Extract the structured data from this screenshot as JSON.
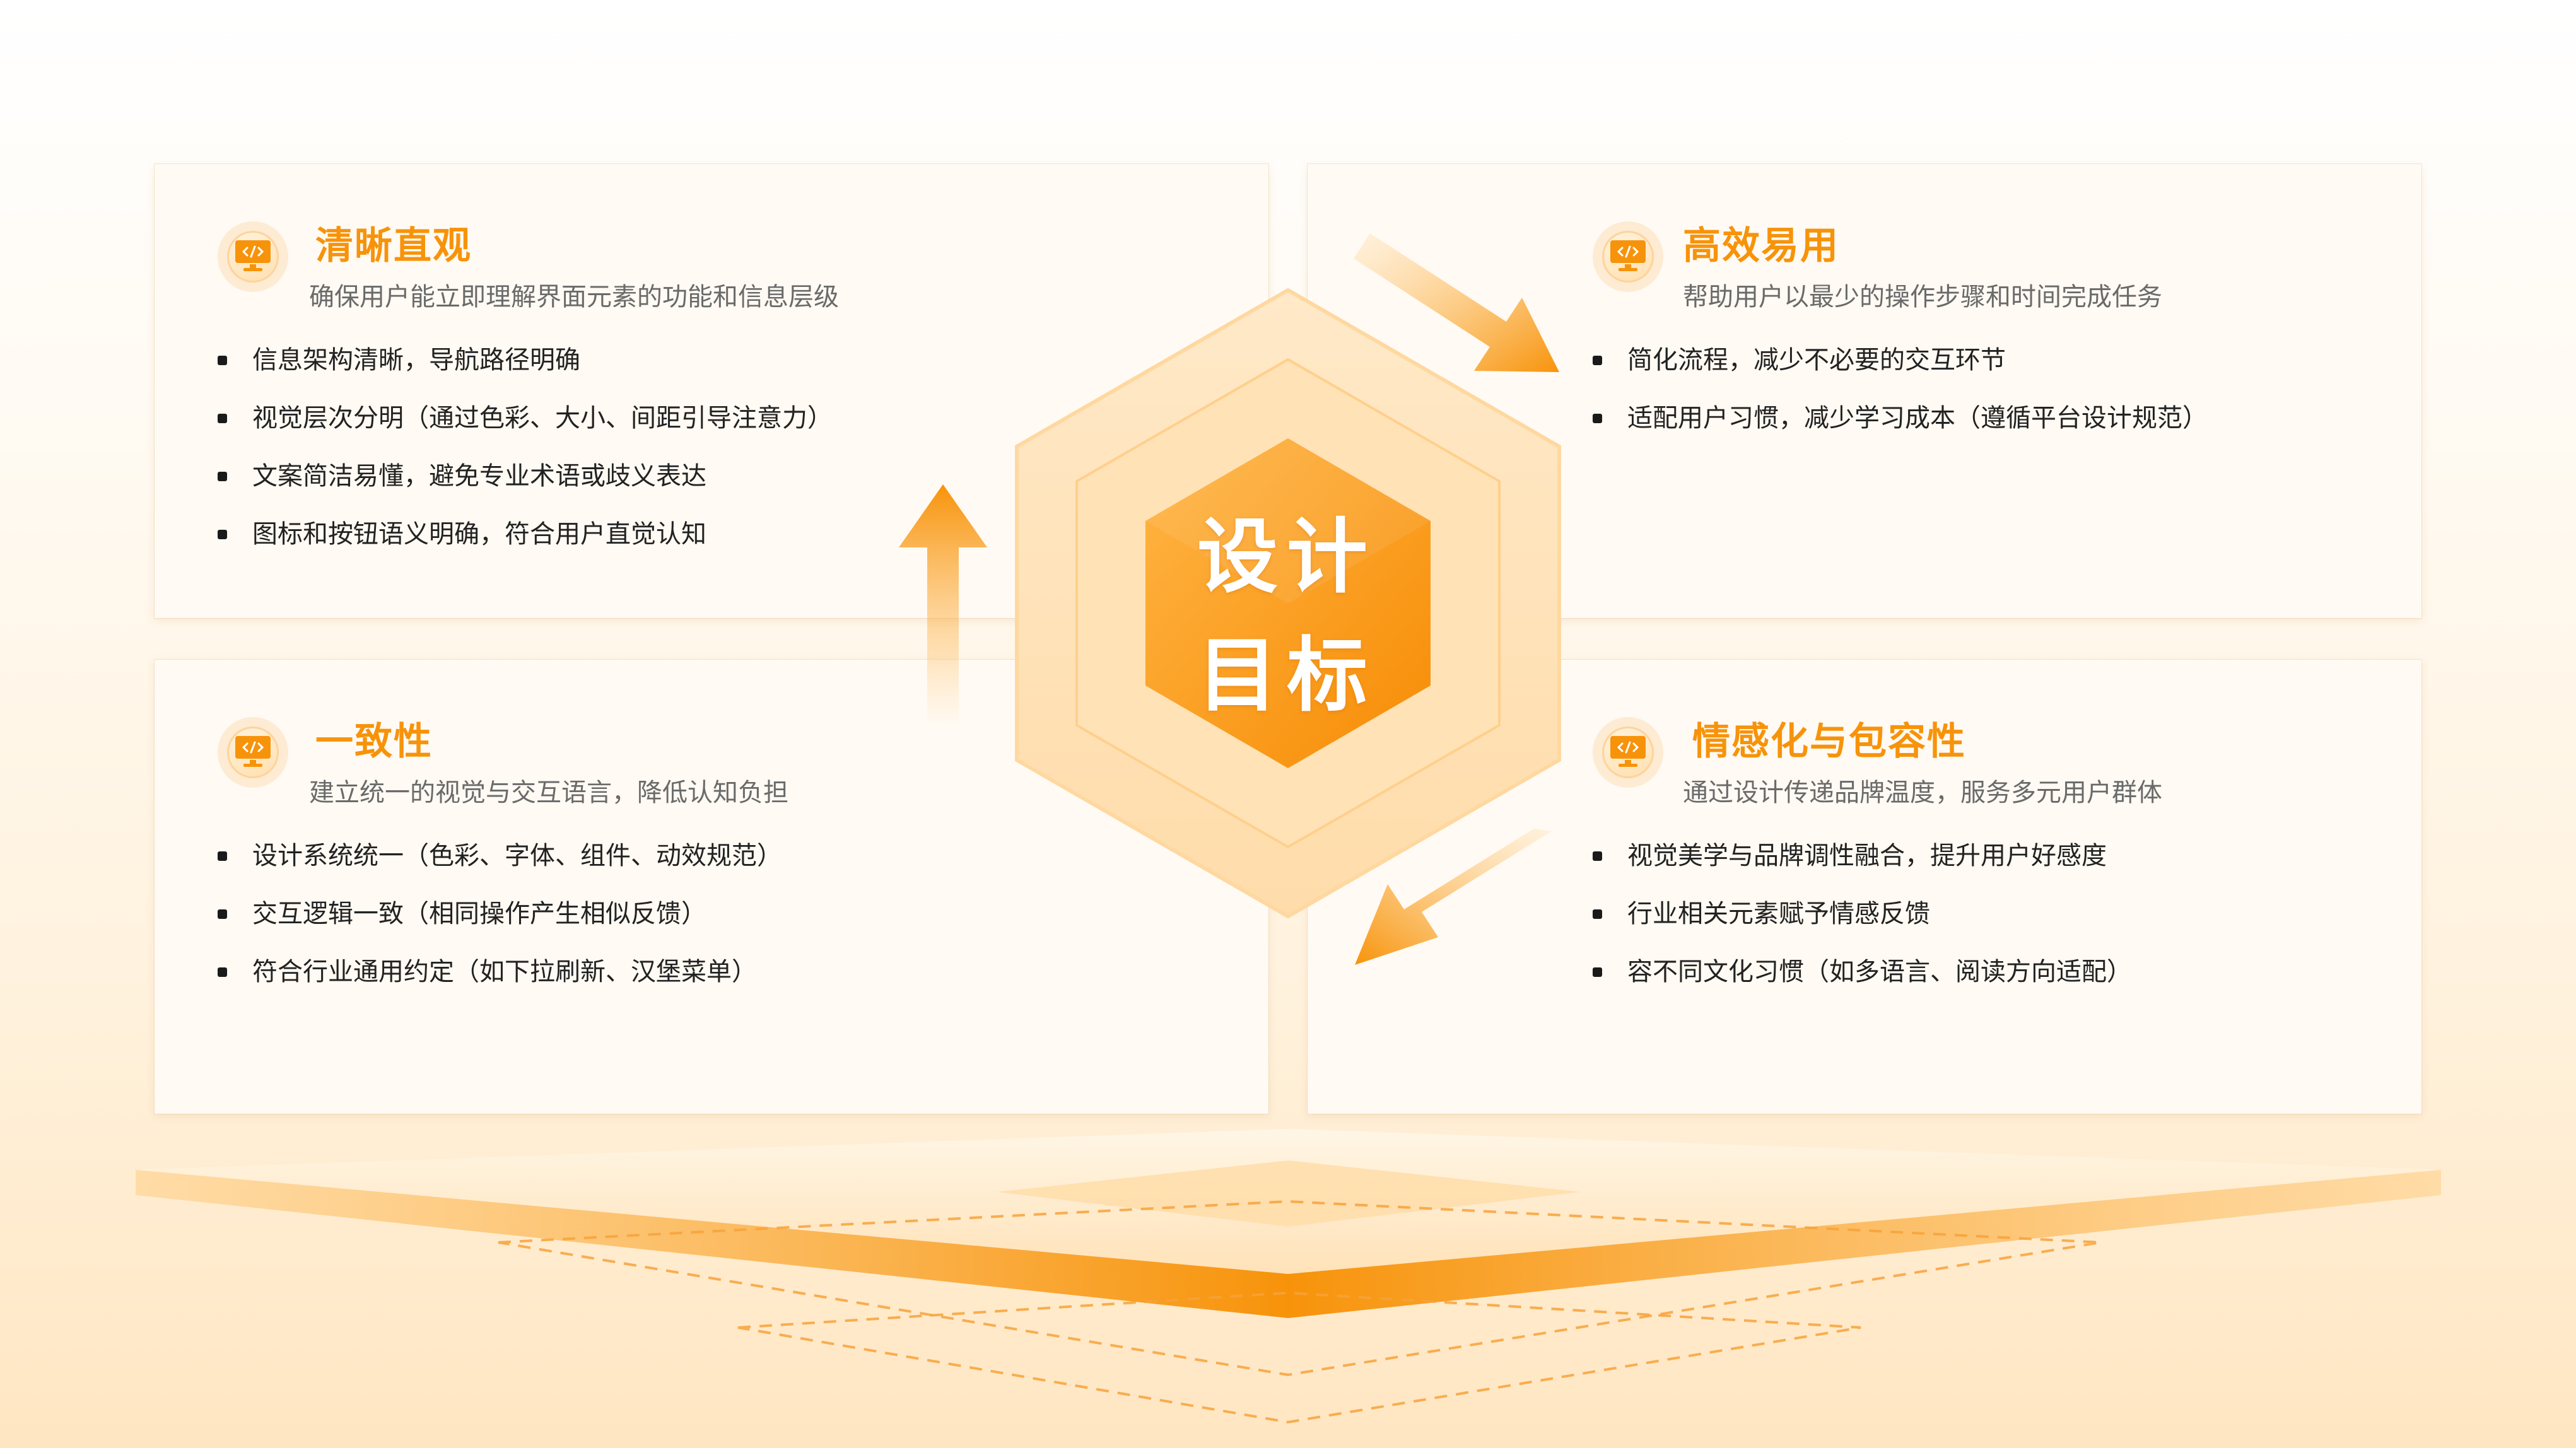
{
  "center": {
    "line1": "设计",
    "line2": "目标"
  },
  "cards": [
    {
      "title": "清晰直观",
      "subtitle": "确保用户能立即理解界面元素的功能和信息层级",
      "icon": "code-monitor-icon",
      "bullets": [
        "信息架构清晰，导航路径明确",
        "视觉层次分明（通过色彩、大小、间距引导注意力）",
        "文案简洁易懂，避免专业术语或歧义表达",
        "图标和按钮语义明确，符合用户直觉认知"
      ]
    },
    {
      "title": "高效易用",
      "subtitle": "帮助用户以最少的操作步骤和时间完成任务",
      "icon": "code-monitor-icon",
      "bullets": [
        "简化流程，减少不必要的交互环节",
        "适配用户习惯，减少学习成本（遵循平台设计规范）"
      ]
    },
    {
      "title": "一致性",
      "subtitle": "建立统一的视觉与交互语言，降低认知负担",
      "icon": "code-monitor-icon",
      "bullets": [
        "设计系统统一（色彩、字体、组件、动效规范）",
        "交互逻辑一致（相同操作产生相似反馈）",
        "符合行业通用约定（如下拉刷新、汉堡菜单）"
      ]
    },
    {
      "title": "情感化与包容性",
      "subtitle": "通过设计传递品牌温度，服务多元用户群体",
      "icon": "code-monitor-icon",
      "bullets": [
        "视觉美学与品牌调性融合，提升用户好感度",
        "行业相关元素赋予情感反馈",
        "容不同文化习惯（如多语言、阅读方向适配）"
      ]
    }
  ],
  "colors": {
    "accent": "#f7930a",
    "accent_light": "#ffc470",
    "text": "#222222",
    "muted": "#6a6a6a"
  }
}
